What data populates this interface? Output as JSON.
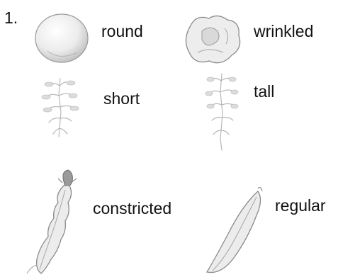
{
  "number": "1.",
  "traits": [
    {
      "label": "round"
    },
    {
      "label": "wrinkled"
    },
    {
      "label": "short"
    },
    {
      "label": "tall"
    },
    {
      "label": "constricted"
    },
    {
      "label": "regular"
    }
  ],
  "colors": {
    "text": "#111111",
    "sketch": "#8a8a8a",
    "sketch_light": "#c4c4c4",
    "seed_fill": "#ececec"
  }
}
